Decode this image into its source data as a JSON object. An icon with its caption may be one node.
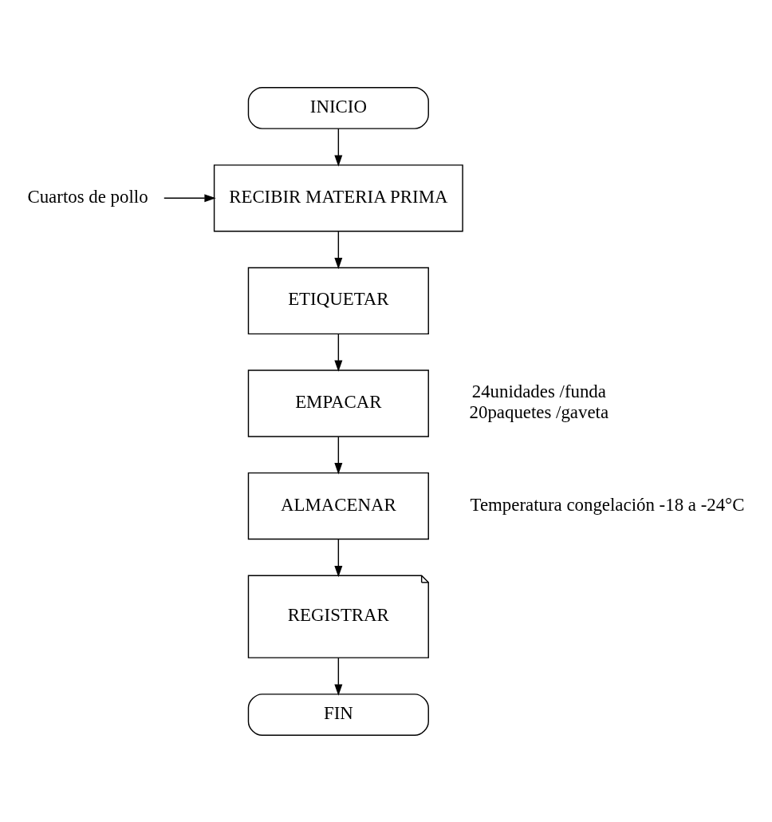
{
  "diagram": {
    "nodes": [
      {
        "text": [
          "INICIO"
        ]
      },
      {
        "text": [
          "Cuartos de pollo"
        ]
      },
      {
        "text": [
          "RECIBIR MATERIA PRIMA"
        ]
      },
      {
        "text": [
          "ETIQUETAR"
        ]
      },
      {
        "text": [
          "EMPACAR"
        ],
        "beside": [
          "24unidades /funda",
          "20paquetes /gaveta"
        ]
      },
      {
        "text": [
          "ALMACENAR"
        ],
        "beside": [
          "Temperatura congelación -18 a -24°C"
        ]
      },
      {
        "text": [
          "REGISTRAR"
        ]
      },
      {
        "text": [
          "FIN"
        ]
      }
    ],
    "edges": [
      {
        "from": 0,
        "to": 2,
        "arrow": "to"
      },
      {
        "from": 1,
        "to": 2,
        "arrow": "to"
      },
      {
        "from": 2,
        "to": 3,
        "arrow": "to"
      },
      {
        "from": 3,
        "to": 4,
        "arrow": "to"
      },
      {
        "from": 4,
        "to": 5,
        "arrow": "to"
      },
      {
        "from": 5,
        "to": 6,
        "arrow": "to"
      },
      {
        "from": 6,
        "to": 7,
        "arrow": "to"
      }
    ]
  }
}
